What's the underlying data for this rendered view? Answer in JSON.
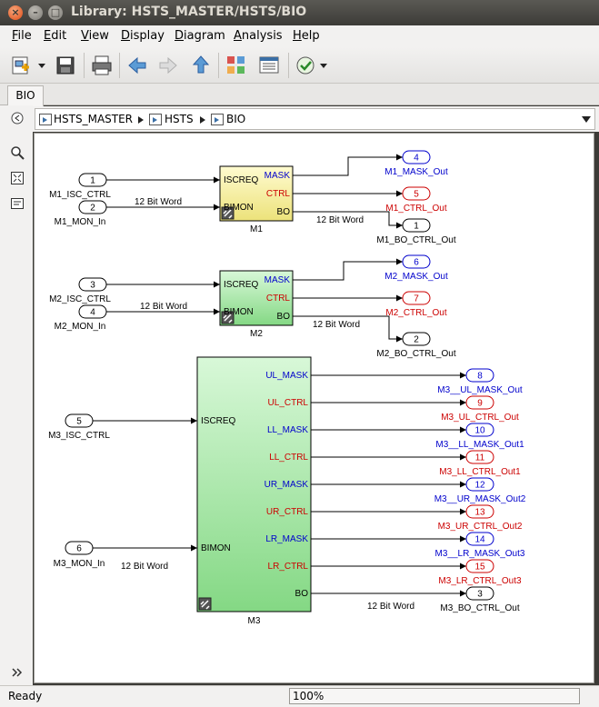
{
  "window": {
    "title": "Library: HSTS_MASTER/HSTS/BIO"
  },
  "menu": [
    {
      "ul": "F",
      "rest": "ile"
    },
    {
      "ul": "E",
      "rest": "dit"
    },
    {
      "ul": "V",
      "rest": "iew"
    },
    {
      "ul": "D",
      "rest": "isplay"
    },
    {
      "ul": "D",
      "rest": "iagram"
    },
    {
      "ul": "A",
      "rest": "nalysis"
    },
    {
      "ul": "H",
      "rest": "elp"
    }
  ],
  "tab": {
    "label": "BIO"
  },
  "breadcrumb": [
    "HSTS_MASTER",
    "HSTS",
    "BIO"
  ],
  "status": {
    "text": "Ready",
    "zoom": "100%"
  },
  "colors": {
    "blue": "#0000cc",
    "red": "#cc0000",
    "yellow_block": "#fbf7b0",
    "green_block": "#b3ecb3"
  },
  "diagram": {
    "inports": [
      {
        "num": "1",
        "name": "M1_ISC_CTRL"
      },
      {
        "num": "2",
        "name": "M1_MON_In"
      },
      {
        "num": "3",
        "name": "M2_ISC_CTRL"
      },
      {
        "num": "4",
        "name": "M2_MON_In"
      },
      {
        "num": "5",
        "name": "M3_ISC_CTRL"
      },
      {
        "num": "6",
        "name": "M3_MON_In"
      }
    ],
    "signal_label": "12 Bit Word",
    "m1": {
      "name": "M1",
      "inputs": [
        "ISCREQ",
        "BIMON"
      ],
      "outputs": [
        {
          "label": "MASK",
          "num": "4",
          "name": "M1_MASK_Out",
          "color": "blue"
        },
        {
          "label": "CTRL",
          "num": "5",
          "name": "M1_CTRL_Out",
          "color": "red"
        },
        {
          "label": "BO",
          "num": "1",
          "name": "M1_BO_CTRL_Out",
          "color": "black"
        }
      ]
    },
    "m2": {
      "name": "M2",
      "inputs": [
        "ISCREQ",
        "BIMON"
      ],
      "outputs": [
        {
          "label": "MASK",
          "num": "6",
          "name": "M2_MASK_Out",
          "color": "blue"
        },
        {
          "label": "CTRL",
          "num": "7",
          "name": "M2_CTRL_Out",
          "color": "red"
        },
        {
          "label": "BO",
          "num": "2",
          "name": "M2_BO_CTRL_Out",
          "color": "black"
        }
      ]
    },
    "m3": {
      "name": "M3",
      "inputs": [
        "ISCREQ",
        "BIMON"
      ],
      "outputs": [
        {
          "label": "UL_MASK",
          "num": "8",
          "name": "M3__UL_MASK_Out",
          "color": "blue"
        },
        {
          "label": "UL_CTRL",
          "num": "9",
          "name": "M3_UL_CTRL_Out",
          "color": "red"
        },
        {
          "label": "LL_MASK",
          "num": "10",
          "name": "M3__LL_MASK_Out1",
          "color": "blue"
        },
        {
          "label": "LL_CTRL",
          "num": "11",
          "name": "M3_LL_CTRL_Out1",
          "color": "red"
        },
        {
          "label": "UR_MASK",
          "num": "12",
          "name": "M3__UR_MASK_Out2",
          "color": "blue"
        },
        {
          "label": "UR_CTRL",
          "num": "13",
          "name": "M3_UR_CTRL_Out2",
          "color": "red"
        },
        {
          "label": "LR_MASK",
          "num": "14",
          "name": "M3__LR_MASK_Out3",
          "color": "blue"
        },
        {
          "label": "LR_CTRL",
          "num": "15",
          "name": "M3_LR_CTRL_Out3",
          "color": "red"
        },
        {
          "label": "BO",
          "num": "3",
          "name": "M3_BO_CTRL_Out",
          "color": "black"
        }
      ]
    }
  }
}
